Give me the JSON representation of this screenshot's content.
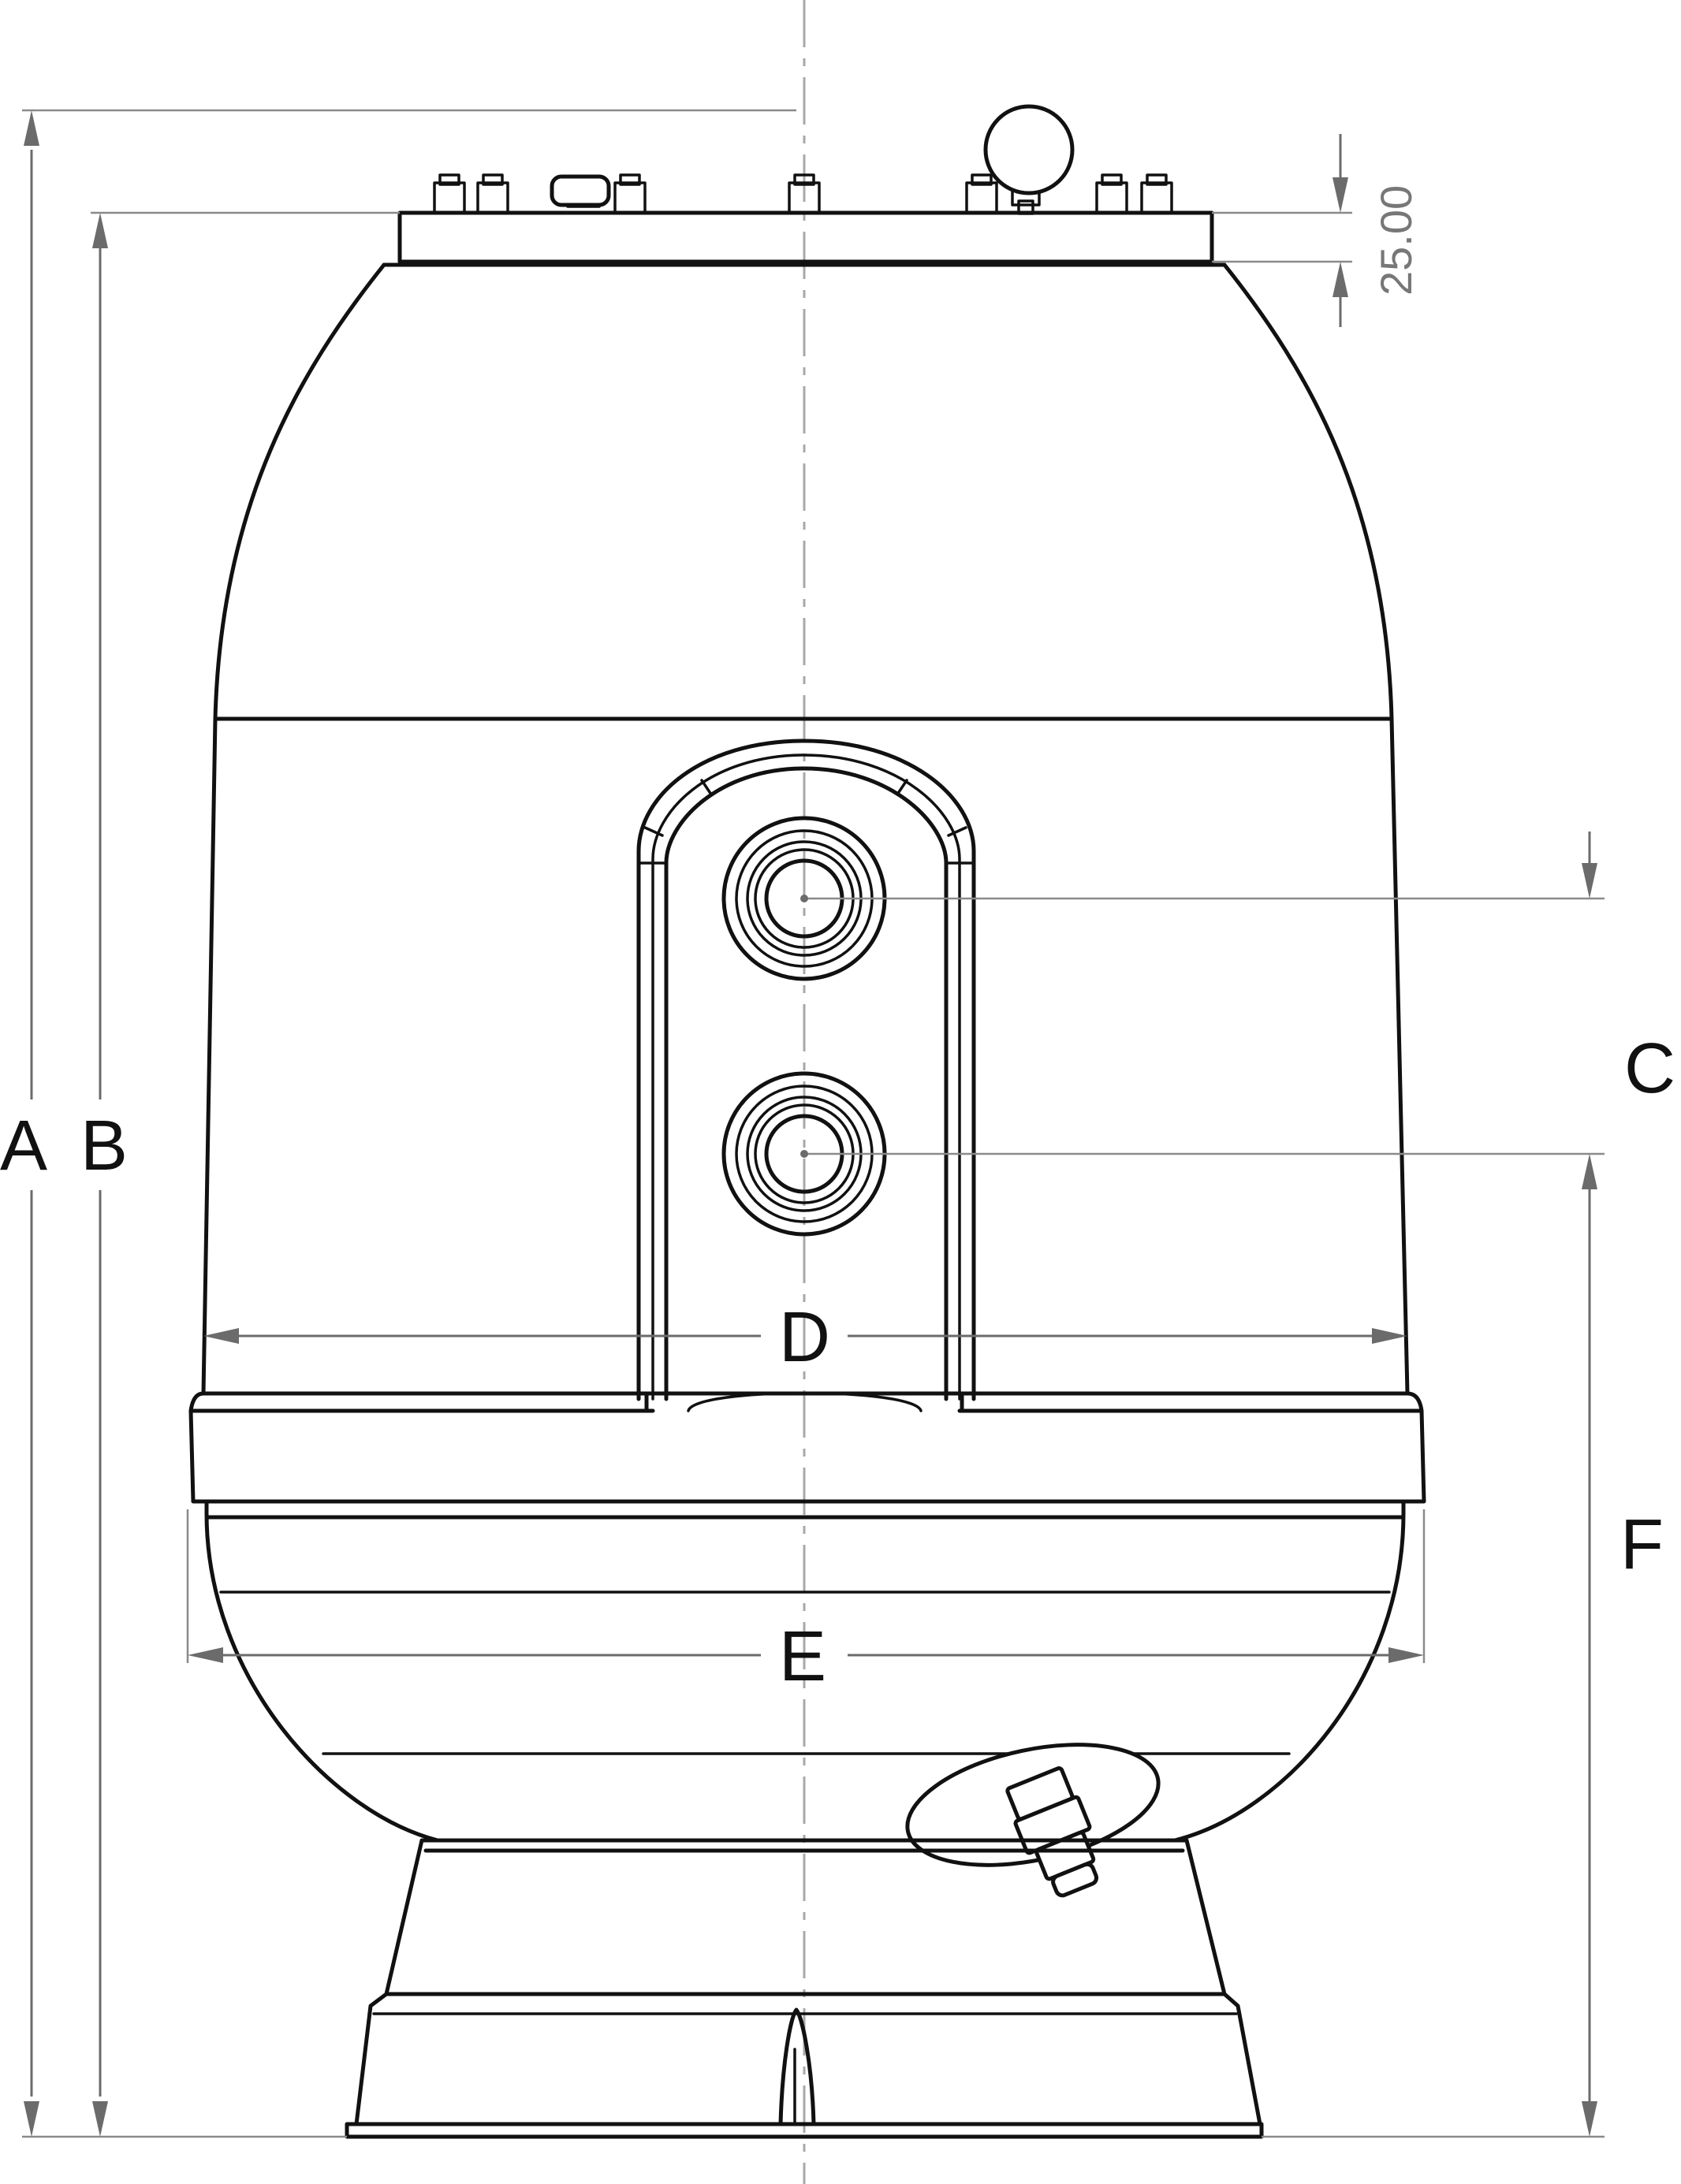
{
  "drawing": {
    "labels": {
      "A": "A",
      "B": "B",
      "C": "C",
      "D": "D",
      "E": "E",
      "F": "F"
    },
    "flange_thickness": "25.00",
    "colors": {
      "outline": "#111111",
      "dimension": "#6b6b6b",
      "centerline": "#a8a8a8"
    }
  }
}
